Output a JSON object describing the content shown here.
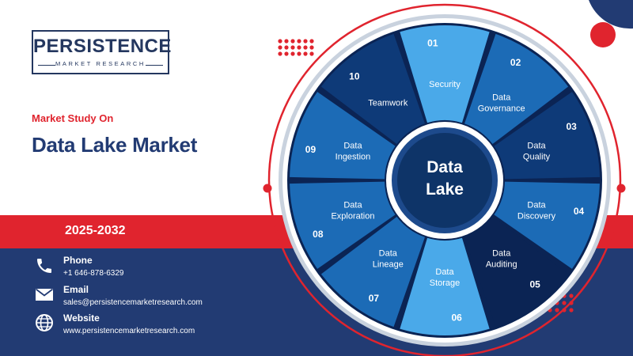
{
  "logo": {
    "name": "PERSISTENCE",
    "tagline": "MARKET RESEARCH"
  },
  "study_label": "Market Study On",
  "market_title": "Data Lake Market",
  "years": "2025-2032",
  "contacts": {
    "phone": {
      "label": "Phone",
      "value": "+1 646-878-6329"
    },
    "email": {
      "label": "Email",
      "value": "sales@persistencemarketresearch.com"
    },
    "website": {
      "label": "Website",
      "value": "www.persistencemarketresearch.com"
    }
  },
  "wheel": {
    "center_line1": "Data",
    "center_line2": "Lake",
    "segments": [
      {
        "number": "01",
        "line1": "Security",
        "line2": ""
      },
      {
        "number": "02",
        "line1": "Data",
        "line2": "Governance"
      },
      {
        "number": "03",
        "line1": "Data",
        "line2": "Quality"
      },
      {
        "number": "04",
        "line1": "Data",
        "line2": "Discovery"
      },
      {
        "number": "05",
        "line1": "Data",
        "line2": "Auditing"
      },
      {
        "number": "06",
        "line1": "Data",
        "line2": "Storage"
      },
      {
        "number": "07",
        "line1": "Data",
        "line2": "Lineage"
      },
      {
        "number": "08",
        "line1": "Data",
        "line2": "Exploration"
      },
      {
        "number": "09",
        "line1": "Data",
        "line2": "Ingestion"
      },
      {
        "number": "10",
        "line1": "Teamwork",
        "line2": ""
      }
    ]
  },
  "colors": {
    "brand_navy": "#223b73",
    "brand_red": "#e0242e",
    "segment_light": "#4aa9e9",
    "segment_mid": "#1c6bb6",
    "segment_dark": "#0e3a78",
    "segment_darkest": "#0b2454"
  }
}
